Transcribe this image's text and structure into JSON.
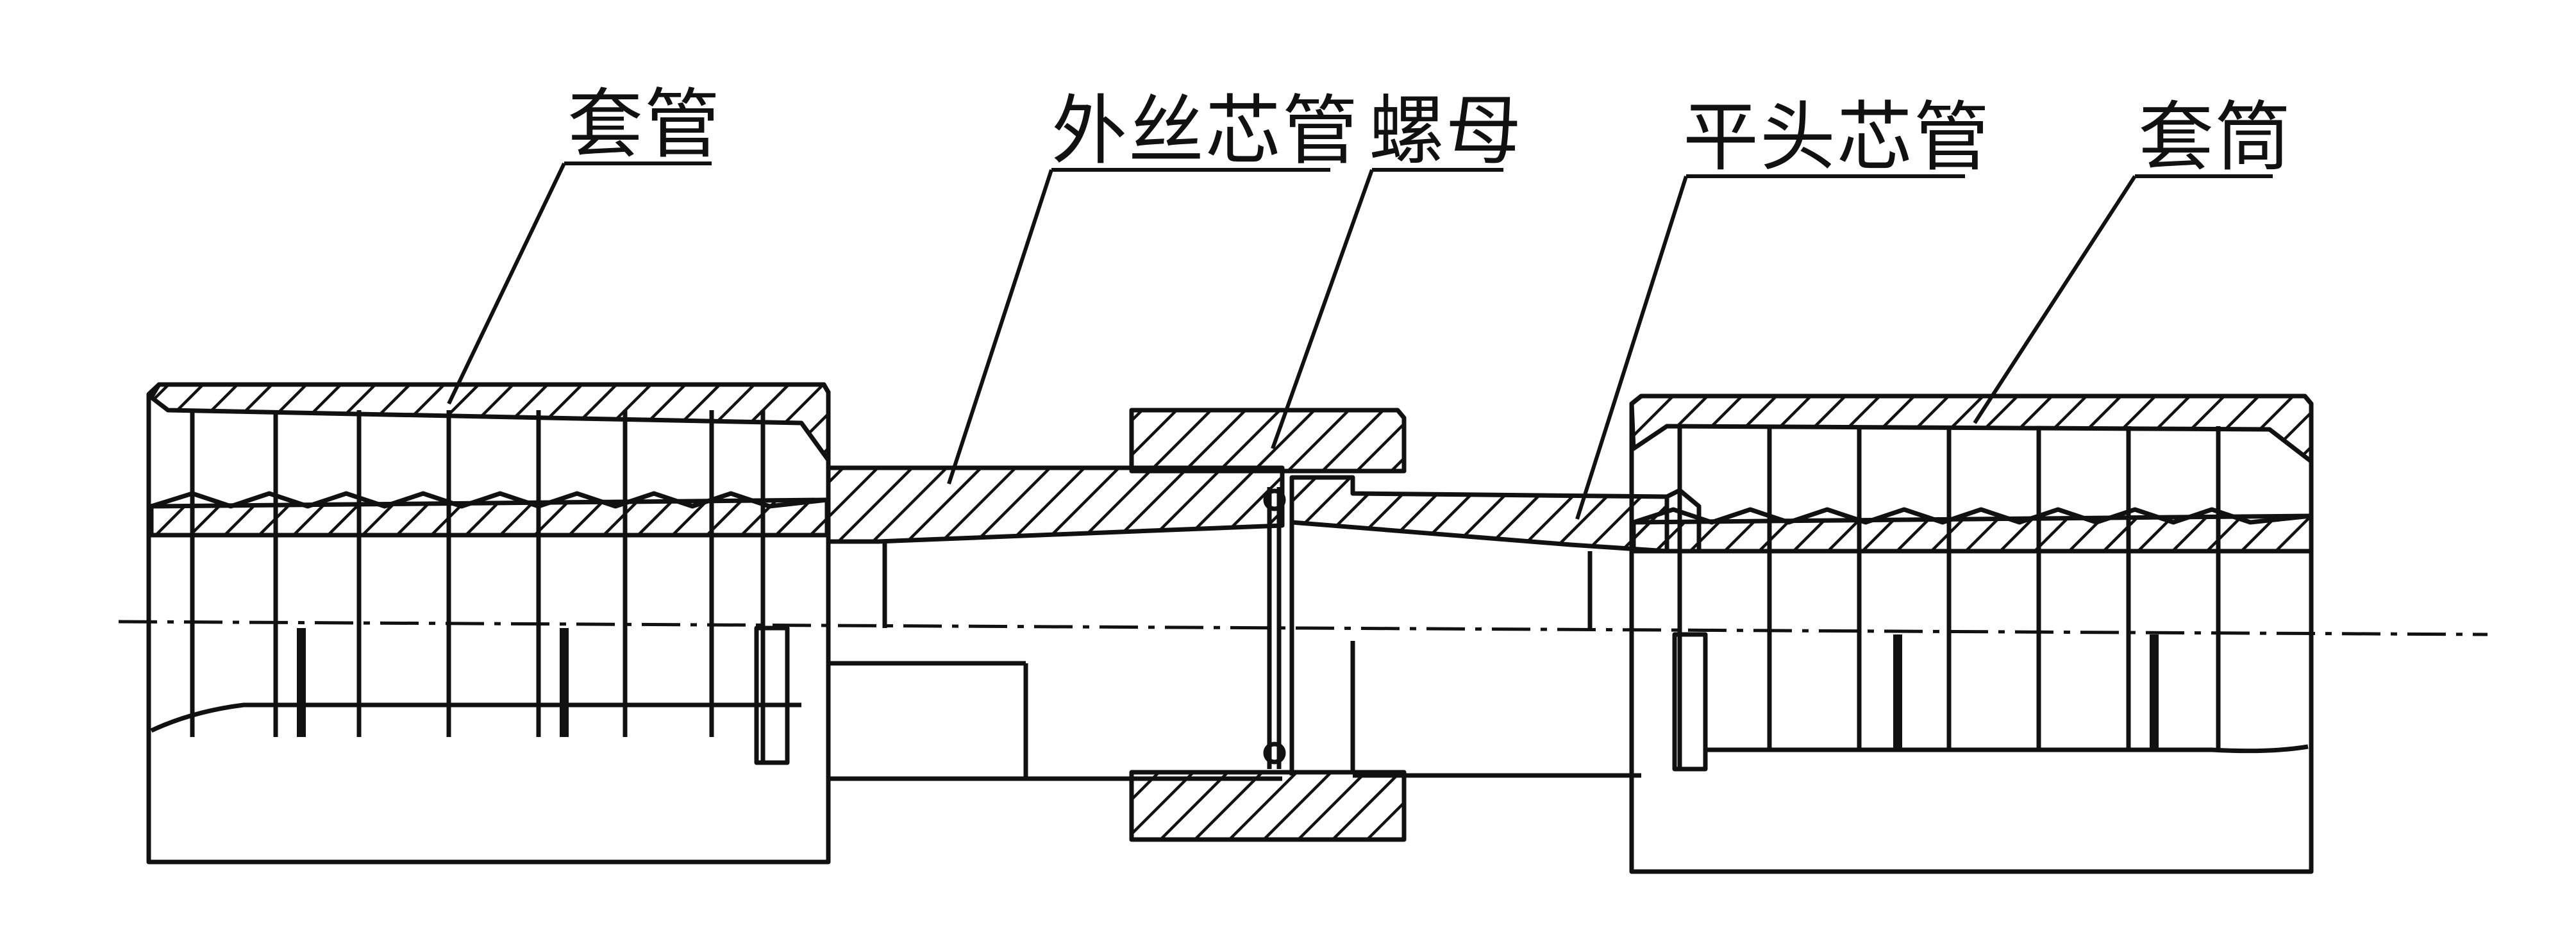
{
  "labels": {
    "sleeve_left": "套管",
    "male_insert": "外丝芯管",
    "nut": "螺母",
    "flat_insert": "平头芯管",
    "sleeve_right": "套筒"
  }
}
